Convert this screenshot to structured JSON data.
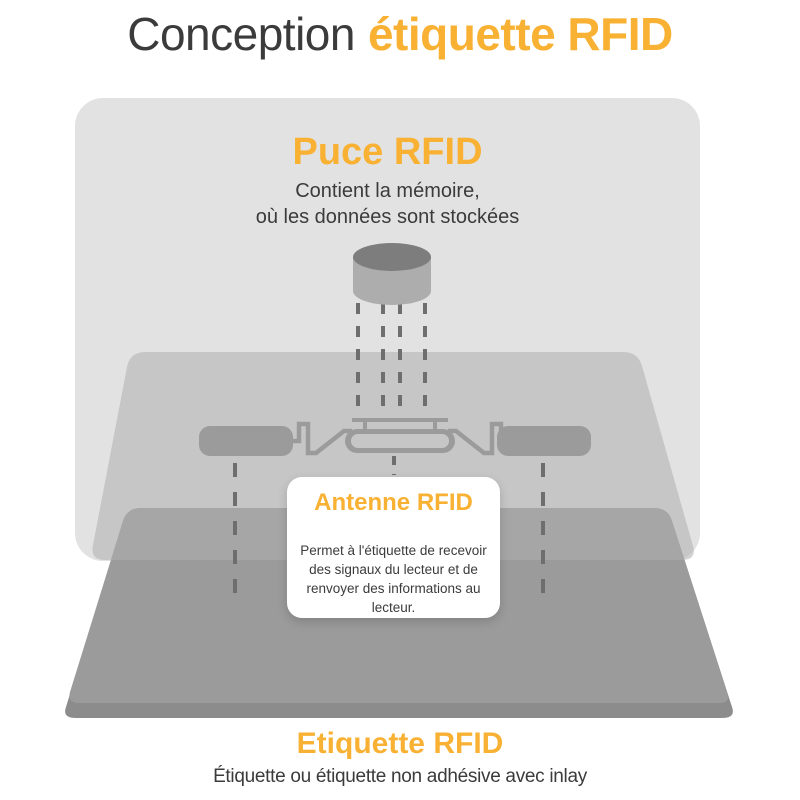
{
  "page": {
    "title": {
      "dark": "Conception",
      "accent": "étiquette RFID"
    }
  },
  "colors": {
    "accent": "#F8B133",
    "heading_dark": "#3B3B3B",
    "body_text": "#3B3B3B",
    "face_panel": "#E2E2E2",
    "antenna_layer": "#AFAFAF",
    "label_layer": "#9B9B9B",
    "label_layer_edge": "#8C8C8C",
    "antenna_metal": "#9B9B9B",
    "antenna_inner": "#C6C6C6",
    "chip_top": "#7D7D7D",
    "chip_side": "#ADADAD",
    "dash": "#6E6E6E",
    "card_background": "#FFFFFF"
  },
  "chip_section": {
    "title": "Puce RFID",
    "desc_line1": "Contient la mémoire,",
    "desc_line2": "où les données sont stockées"
  },
  "antenna_card": {
    "title": "Antenne RFID",
    "body": "Permet à l'étiquette de recevoir des signaux du lecteur et de renvoyer des informations au lecteur."
  },
  "label_section": {
    "title": "Etiquette RFID",
    "subtitle": "Étiquette ou étiquette non adhésive avec inlay"
  }
}
